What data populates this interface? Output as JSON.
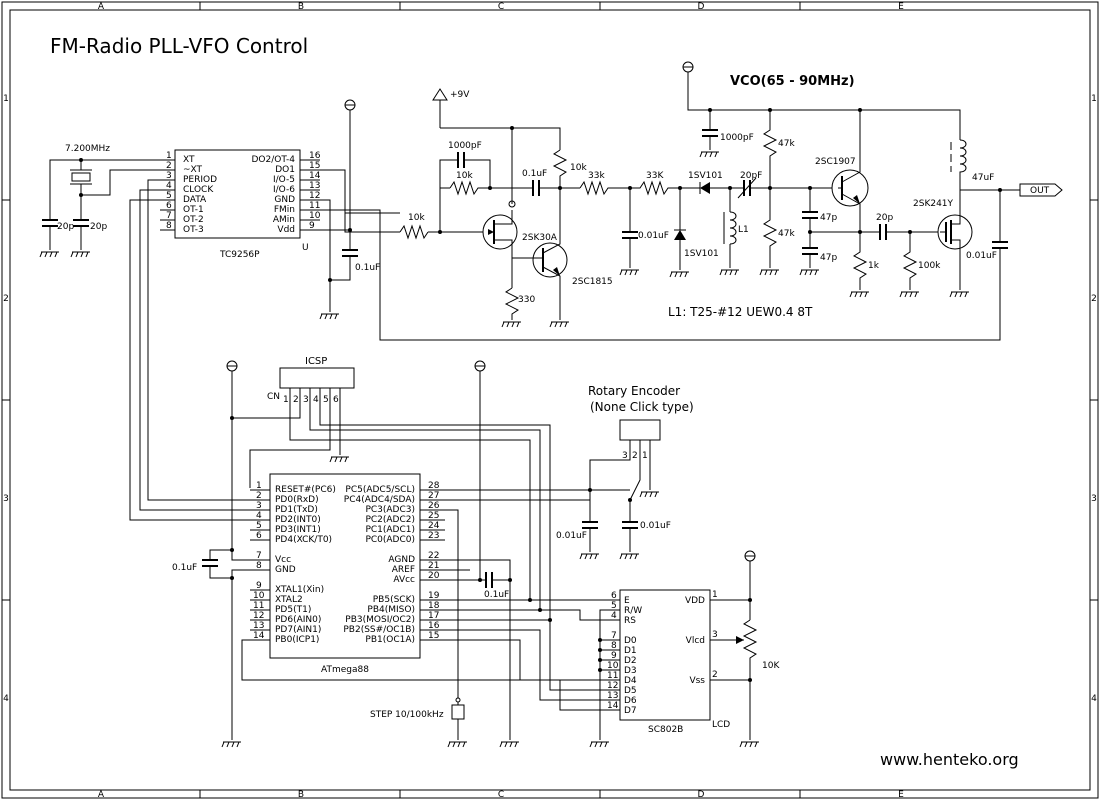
{
  "title": "FM-Radio PLL-VFO Control",
  "website": "www.henteko.org",
  "vco_label": "VCO(65 - 90MHz)",
  "coil_note": "L1: T25-#12 UEW0.4 8T",
  "border": {
    "columns": [
      "A",
      "B",
      "C",
      "D",
      "E"
    ],
    "rows": [
      "1",
      "2",
      "3",
      "4"
    ]
  },
  "supply": {
    "plus9v": "+9V"
  },
  "pll": {
    "name": "TC9256P",
    "unit": "U",
    "crystal": "7.200MHz",
    "left_pins": [
      {
        "num": "1",
        "name": "XT"
      },
      {
        "num": "2",
        "name": "~XT"
      },
      {
        "num": "3",
        "name": "PERIOD"
      },
      {
        "num": "4",
        "name": "CLOCK"
      },
      {
        "num": "5",
        "name": "DATA"
      },
      {
        "num": "6",
        "name": "OT-1"
      },
      {
        "num": "7",
        "name": "OT-2"
      },
      {
        "num": "8",
        "name": "OT-3"
      }
    ],
    "right_pins": [
      {
        "num": "16",
        "name": "DO2/OT-4"
      },
      {
        "num": "15",
        "name": ""
      },
      {
        "num": "14",
        "name": "DO1"
      },
      {
        "num": "13",
        "name": "I/O-5"
      },
      {
        "num": "12",
        "name": "I/O-6"
      },
      {
        "num": "11",
        "name": "GND"
      },
      {
        "num": "10",
        "name": "FMin"
      },
      {
        "num": "9",
        "name": "AMin"
      },
      {
        "num": "",
        "name": "Vdd"
      }
    ]
  },
  "mcu": {
    "name": "ATmega88",
    "left_pins": [
      {
        "num": "1",
        "name": "RESET#(PC6)"
      },
      {
        "num": "2",
        "name": "PD0(RxD)"
      },
      {
        "num": "3",
        "name": "PD1(TxD)"
      },
      {
        "num": "4",
        "name": "PD2(INT0)"
      },
      {
        "num": "5",
        "name": "PD3(INT1)"
      },
      {
        "num": "6",
        "name": "PD4(XCK/T0)"
      },
      {
        "num": "7",
        "name": "Vcc"
      },
      {
        "num": "8",
        "name": "GND"
      },
      {
        "num": "9",
        "name": "XTAL1(Xin)"
      },
      {
        "num": "10",
        "name": "XTAL2"
      },
      {
        "num": "11",
        "name": "PD5(T1)"
      },
      {
        "num": "12",
        "name": "PD6(AIN0)"
      },
      {
        "num": "13",
        "name": "PD7(AIN1)"
      },
      {
        "num": "14",
        "name": "PB0(ICP1)"
      }
    ],
    "right_pins": [
      {
        "num": "28",
        "name": "PC5(ADC5/SCL)"
      },
      {
        "num": "27",
        "name": "PC4(ADC4/SDA)"
      },
      {
        "num": "26",
        "name": "PC3(ADC3)"
      },
      {
        "num": "25",
        "name": "PC2(ADC2)"
      },
      {
        "num": "24",
        "name": "PC1(ADC1)"
      },
      {
        "num": "23",
        "name": "PC0(ADC0)"
      },
      {
        "num": "22",
        "name": "AGND"
      },
      {
        "num": "21",
        "name": "AREF"
      },
      {
        "num": "20",
        "name": "AVcc"
      },
      {
        "num": "19",
        "name": "PB5(SCK)"
      },
      {
        "num": "18",
        "name": "PB4(MISO)"
      },
      {
        "num": "17",
        "name": "PB3(MOSI/OC2)"
      },
      {
        "num": "16",
        "name": "PB2(SS#/OC1B)"
      },
      {
        "num": "15",
        "name": "PB1(OC1A)"
      }
    ]
  },
  "lcd": {
    "name": "SC802B",
    "label": "LCD",
    "left_pins": [
      {
        "num": "6",
        "name": "E"
      },
      {
        "num": "5",
        "name": "R/W"
      },
      {
        "num": "4",
        "name": "RS"
      },
      {
        "num": "7",
        "name": "D0"
      },
      {
        "num": "8",
        "name": "D1"
      },
      {
        "num": "9",
        "name": "D2"
      },
      {
        "num": "10",
        "name": "D3"
      },
      {
        "num": "11",
        "name": "D4"
      },
      {
        "num": "12",
        "name": "D5"
      },
      {
        "num": "13",
        "name": "D6"
      },
      {
        "num": "14",
        "name": "D7"
      }
    ],
    "right_pins": [
      {
        "num": "1",
        "name": "VDD"
      },
      {
        "num": "3",
        "name": "Vlcd"
      },
      {
        "num": "2",
        "name": "Vss"
      }
    ]
  },
  "icsp": {
    "label": "ICSP",
    "ref": "CN",
    "pins": [
      "1",
      "2",
      "3",
      "4",
      "5",
      "6"
    ]
  },
  "encoder": {
    "title_line1": "Rotary Encoder",
    "title_line2": "(None Click type)",
    "pins": [
      "3",
      "2",
      "1"
    ]
  },
  "switch_label": "STEP 10/100kHz",
  "output_label": "OUT",
  "components": {
    "c_20p_a": "20p",
    "c_20p_b": "20p",
    "c_vdd_pll": "0.1uF",
    "c_1000p": "1000pF",
    "r_10k_fb": "10k",
    "r_10k_gate": "10k",
    "c_01_couple": "0.1uF",
    "r_10k_load": "10k",
    "r_33k_a": "33k",
    "r_33k_b": "33K",
    "c_001_var": "0.01uF",
    "d_var_top": "1SV101",
    "d_var_bot": "1SV101",
    "c_20p_vco": "20pF",
    "c_1000p_vco": "1000pF",
    "r_47k_top": "47k",
    "r_47k_bot": "47k",
    "l1": "L1",
    "q_vco": "2SC1907",
    "c_47p_a": "47p",
    "c_47p_b": "47p",
    "r_1k": "1k",
    "c_20p_buf": "20p",
    "r_100k": "100k",
    "q_buf": "2SK241Y",
    "c_47uf": "47uF",
    "c_001_out": "0.01uF",
    "q_jfet": "2SK30A",
    "q_npn": "2SC1815",
    "r_330": "330",
    "c_mcu_vcc": "0.1uF",
    "c_avcc": "0.1uF",
    "c_enc_a": "0.01uF",
    "c_enc_b": "0.01uF",
    "r_10k_lcd": "10K"
  }
}
